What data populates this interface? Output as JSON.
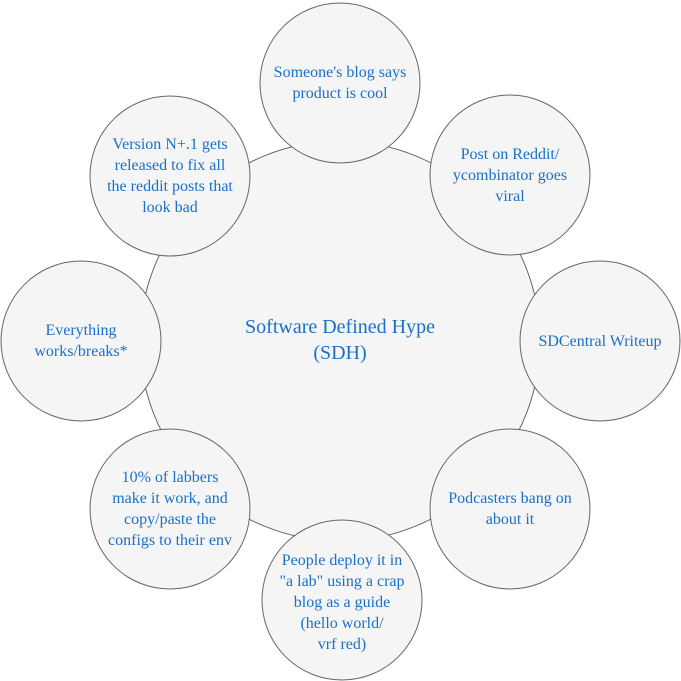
{
  "diagram": {
    "title": "Software Defined Hype\n(SDH)",
    "colors": {
      "node_fill": "#f5f5f5",
      "node_stroke": "#666666",
      "text": "#1a70c8",
      "background": "#ffffff"
    },
    "nodes": [
      {
        "id": "top",
        "label": "Someone's blog says\nproduct is cool"
      },
      {
        "id": "top-right",
        "label": "Post on Reddit/\nycombinator goes\nviral"
      },
      {
        "id": "right",
        "label": "SDCentral Writeup"
      },
      {
        "id": "bottom-right",
        "label": "Podcasters bang on\nabout it"
      },
      {
        "id": "bottom",
        "label": "People deploy it in\n\"a lab\" using a crap\nblog as a guide\n(hello world/\nvrf red)"
      },
      {
        "id": "bottom-left",
        "label": "10% of labbers\nmake it work, and\ncopy/paste the\nconfigs to their env"
      },
      {
        "id": "left",
        "label": "Everything\nworks/breaks*"
      },
      {
        "id": "top-left",
        "label": "Version N+.1 gets\nreleased to fix all\nthe reddit posts that\nlook bad"
      }
    ]
  }
}
